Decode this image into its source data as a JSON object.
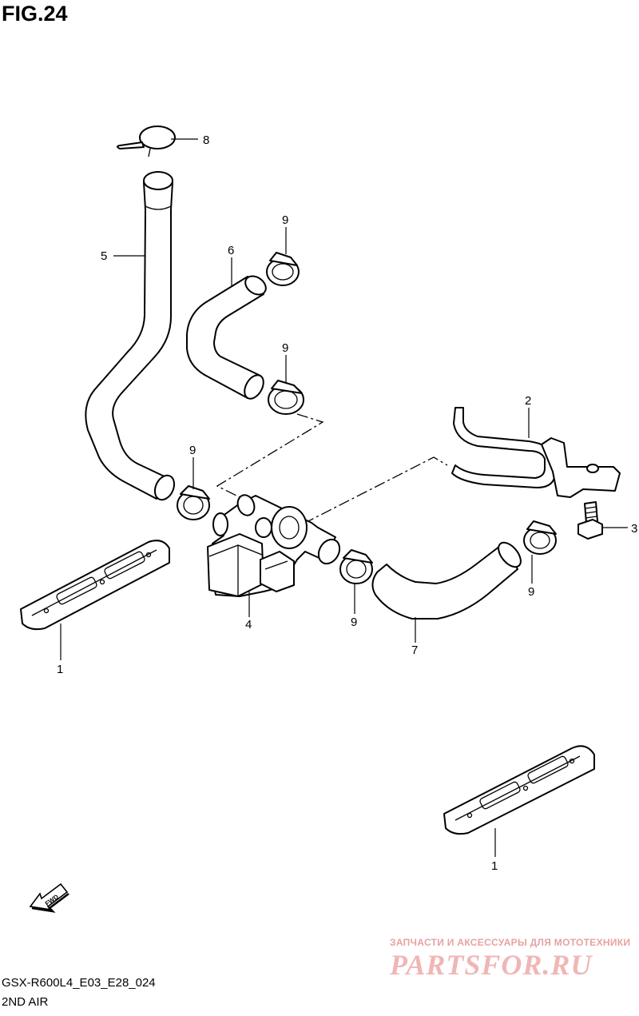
{
  "figure": {
    "title": "FIG.24",
    "model_code": "GSX-R600L4_E03_E28_024",
    "section_name": "2ND AIR"
  },
  "callouts": {
    "c1a": "1",
    "c1b": "1",
    "c2": "2",
    "c3": "3",
    "c4": "4",
    "c5": "5",
    "c6": "6",
    "c7": "7",
    "c8": "8",
    "c9a": "9",
    "c9b": "9",
    "c9c": "9",
    "c9d": "9",
    "c9e": "9"
  },
  "fwd_arrow": {
    "label": "FWD",
    "icon": "fwd-arrow-icon"
  },
  "watermark": {
    "tagline": "ЗАПЧАСТИ И АКСЕССУАРЫ ДЛЯ МОТОТЕХНИКИ",
    "brand": "PARTSFOR.RU",
    "color": "#f0b6b6"
  }
}
